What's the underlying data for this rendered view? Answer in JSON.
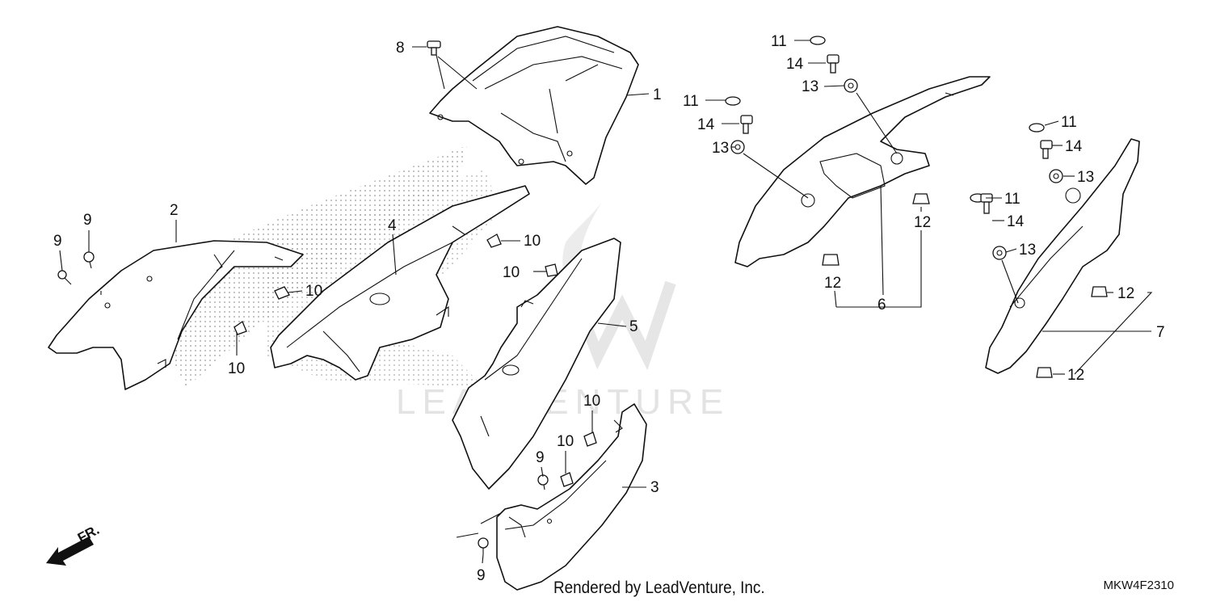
{
  "diagram": {
    "watermark": "LEADVENTURE",
    "front_indicator": "FR.",
    "callouts": {
      "c1": "1",
      "c2": "2",
      "c3": "3",
      "c4": "4",
      "c5": "5",
      "c6": "6",
      "c7": "7",
      "c8": "8",
      "c9": "9",
      "c10": "10",
      "c11": "11",
      "c12": "12",
      "c13": "13",
      "c14": "14"
    },
    "colors": {
      "line": "#111111",
      "watermark": "#e3e3e3",
      "background": "#ffffff"
    }
  },
  "footer": {
    "render_credit": "Rendered by LeadVenture, Inc.",
    "diagram_code": "MKW4F2310"
  }
}
